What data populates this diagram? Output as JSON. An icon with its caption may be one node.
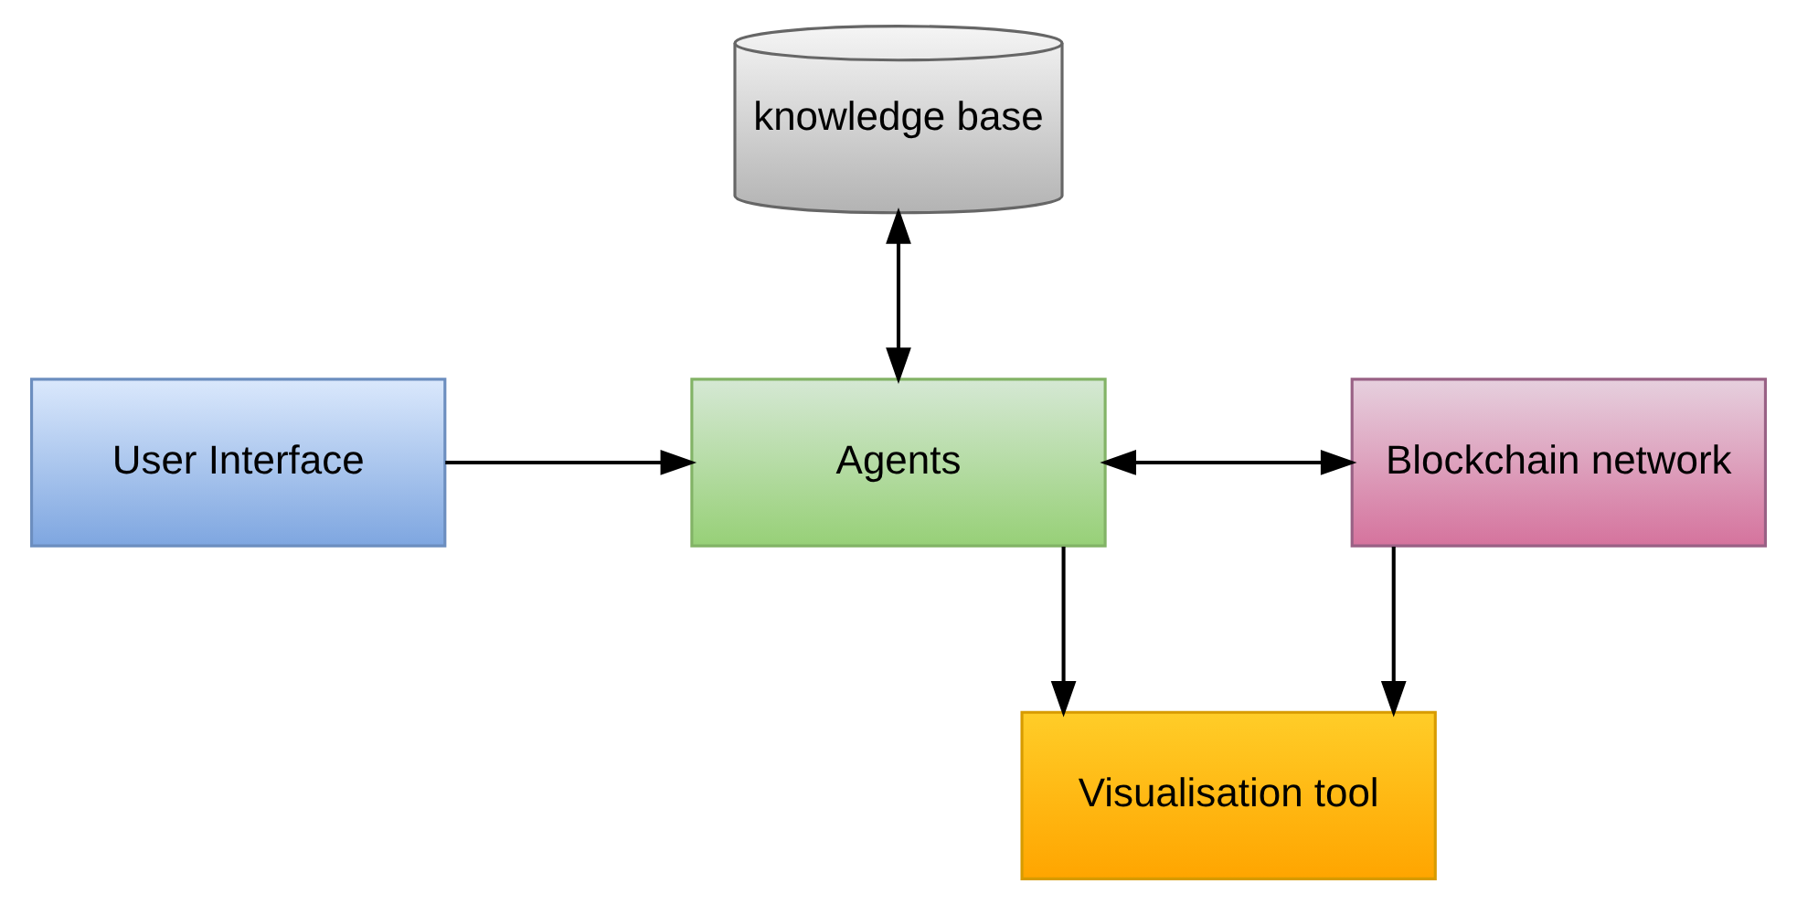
{
  "diagram": {
    "nodes": [
      {
        "text": [
          "knowledge base"
        ]
      },
      {
        "text": [
          "User Interface"
        ]
      },
      {
        "text": [
          "Agents"
        ]
      },
      {
        "text": [
          "Blockchain network"
        ]
      },
      {
        "text": [
          "Visualisation tool"
        ]
      }
    ],
    "edges": [
      {
        "from": 0,
        "to": 2,
        "arrow": "both"
      },
      {
        "from": 1,
        "to": 2,
        "arrow": "to"
      },
      {
        "from": 2,
        "to": 3,
        "arrow": "both"
      },
      {
        "from": 2,
        "to": 4,
        "arrow": "to"
      },
      {
        "from": 3,
        "to": 4,
        "arrow": "to"
      }
    ]
  }
}
